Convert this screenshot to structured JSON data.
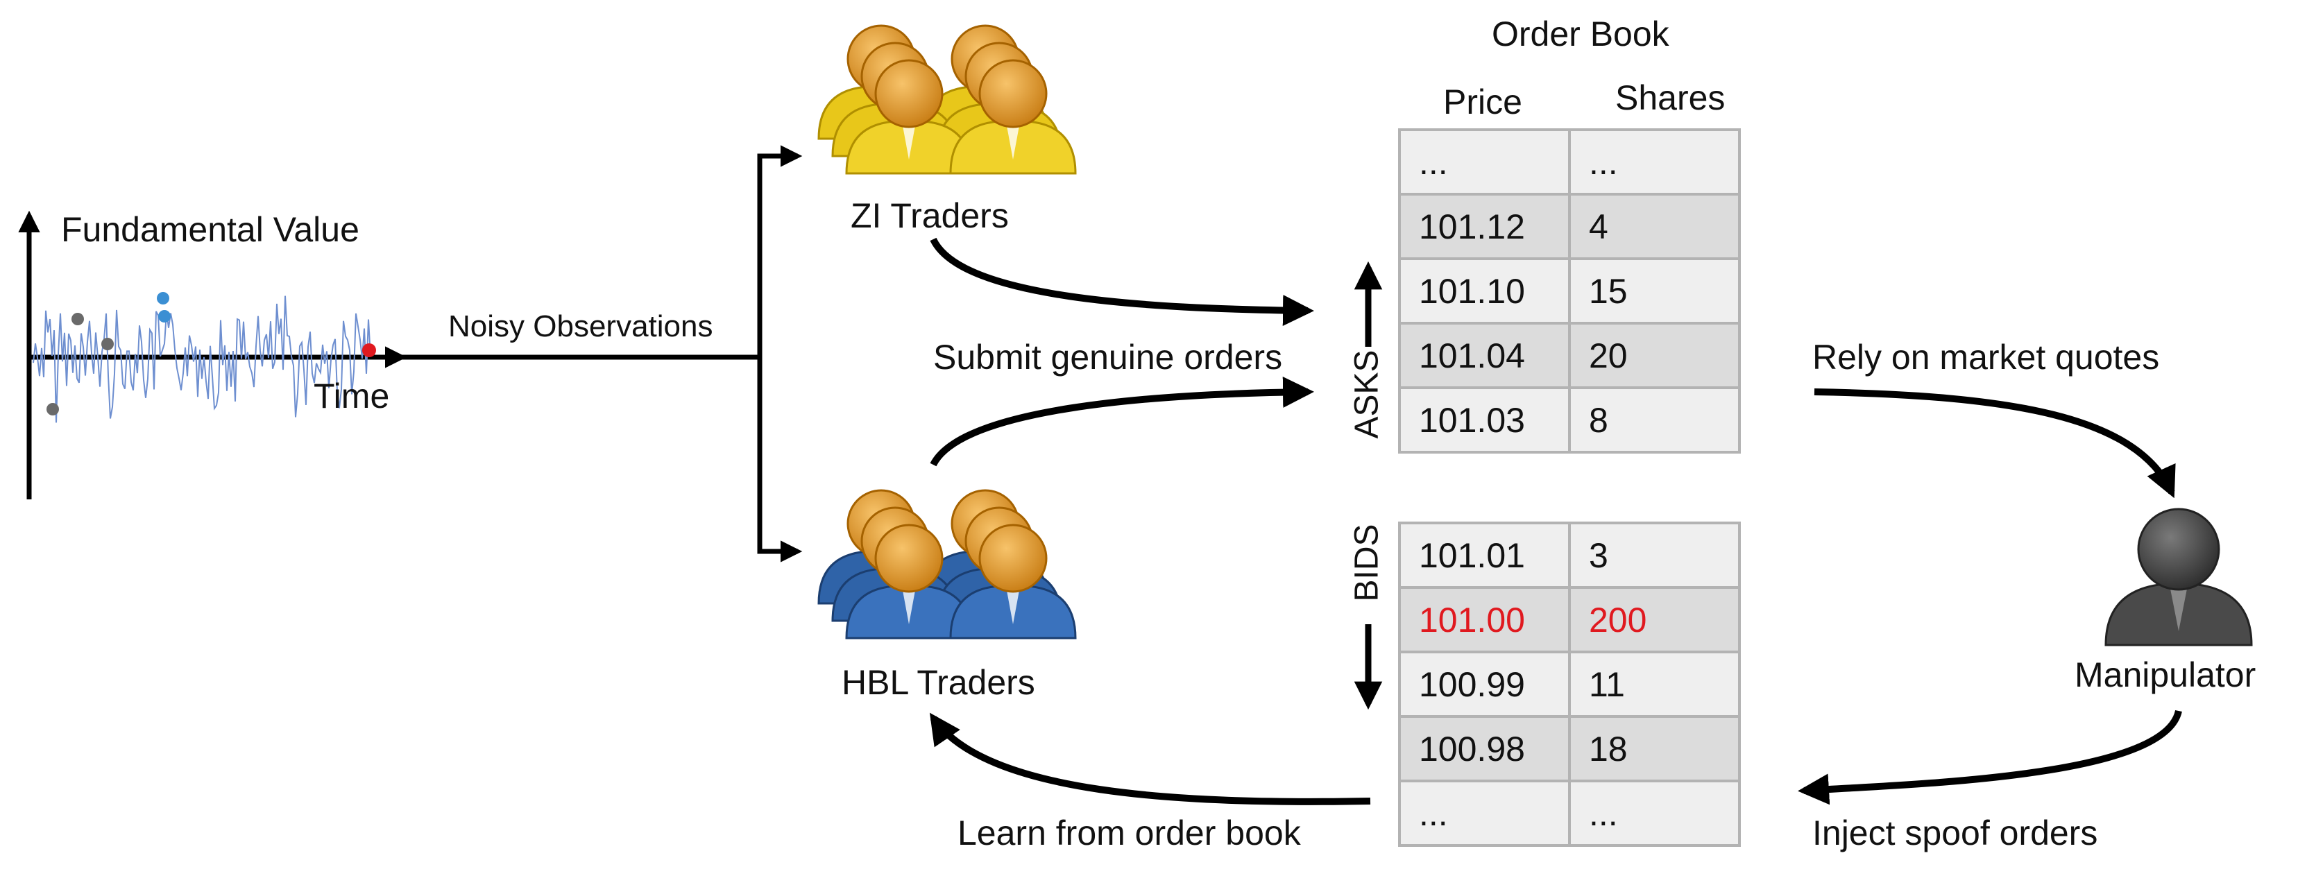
{
  "colors": {
    "accent_red": "#e0191f",
    "noise_line": "#6e8fd0",
    "zi_body": "#e8c71a",
    "hbl_body": "#2f63a8",
    "manipulator_body": "#4a4a4a"
  },
  "plot": {
    "title": "Fundamental Value",
    "x_label": "Time"
  },
  "arrow_label": "Noisy Observations",
  "zi": {
    "label": "ZI Traders",
    "icon": "group-person-icon"
  },
  "hbl": {
    "label": "HBL Traders",
    "icon": "group-person-icon"
  },
  "manipulator": {
    "label": "Manipulator",
    "icon": "person-icon"
  },
  "flows": {
    "submit": "Submit genuine orders",
    "rely": "Rely on market quotes",
    "inject": "Inject spoof orders",
    "learn": "Learn from order book"
  },
  "order_book": {
    "title": "Order Book",
    "columns": [
      "Price",
      "Shares"
    ],
    "asks_label": "ASKS",
    "bids_label": "BIDS",
    "asks": [
      [
        "...",
        "..."
      ],
      [
        "101.12",
        "4"
      ],
      [
        "101.10",
        "15"
      ],
      [
        "101.04",
        "20"
      ],
      [
        "101.03",
        "8"
      ]
    ],
    "bids": [
      [
        "101.01",
        "3"
      ],
      [
        "101.00",
        "200"
      ],
      [
        "100.99",
        "11"
      ],
      [
        "100.98",
        "18"
      ],
      [
        "...",
        "..."
      ]
    ]
  }
}
